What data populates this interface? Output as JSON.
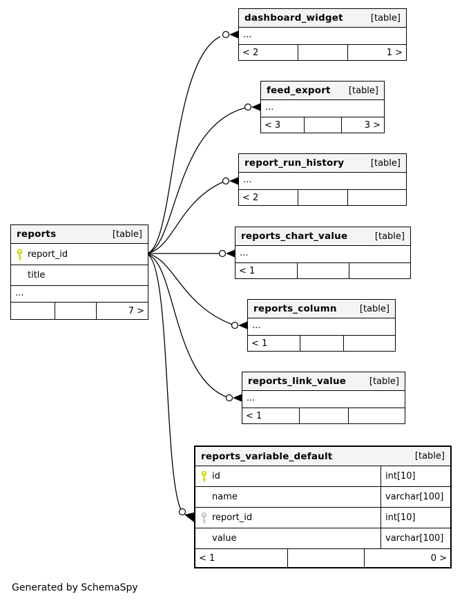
{
  "footer_note": "Generated by SchemaSpy",
  "colors": {
    "primary_key": "#d6d600",
    "foreign_key": "#c4c4c4",
    "header_bg": "#f4f4f2",
    "edge": "#000000"
  },
  "tables": [
    {
      "name": "dashboard_widget",
      "badge": "[table]",
      "ellipsis": "...",
      "stats": {
        "left": "< 2",
        "mid": "",
        "right": "1 >"
      }
    },
    {
      "name": "feed_export",
      "badge": "[table]",
      "ellipsis": "...",
      "stats": {
        "left": "< 3",
        "mid": "",
        "right": "3 >"
      }
    },
    {
      "name": "report_run_history",
      "badge": "[table]",
      "ellipsis": "...",
      "stats": {
        "left": "< 2",
        "mid": "",
        "right": ""
      }
    },
    {
      "name": "reports_chart_value",
      "badge": "[table]",
      "ellipsis": "...",
      "stats": {
        "left": "< 1",
        "mid": "",
        "right": ""
      }
    },
    {
      "name": "reports_column",
      "badge": "[table]",
      "ellipsis": "...",
      "stats": {
        "left": "< 1",
        "mid": "",
        "right": ""
      }
    },
    {
      "name": "reports_link_value",
      "badge": "[table]",
      "ellipsis": "...",
      "stats": {
        "left": "< 1",
        "mid": "",
        "right": ""
      }
    },
    {
      "name": "reports",
      "badge": "[table]",
      "ellipsis": "...",
      "columns": [
        {
          "name": "report_id",
          "key": "primary"
        },
        {
          "name": "title",
          "key": ""
        }
      ],
      "stats": {
        "left": "",
        "mid": "",
        "right": "7 >"
      }
    },
    {
      "name": "reports_variable_default",
      "badge": "[table]",
      "columns": [
        {
          "name": "id",
          "type": "int[10]",
          "key": "primary"
        },
        {
          "name": "name",
          "type": "varchar[100]",
          "key": ""
        },
        {
          "name": "report_id",
          "type": "int[10]",
          "key": "foreign"
        },
        {
          "name": "value",
          "type": "varchar[100]",
          "key": ""
        }
      ],
      "stats": {
        "left": "< 1",
        "mid": "",
        "right": "0 >"
      }
    }
  ]
}
